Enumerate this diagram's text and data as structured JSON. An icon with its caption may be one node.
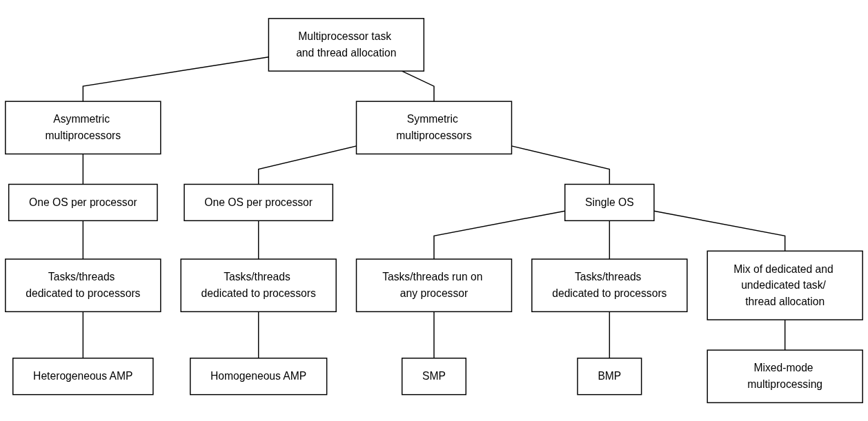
{
  "diagram": {
    "nodes": [
      {
        "text": [
          "Multiprocessor task and thread allocation"
        ]
      },
      {
        "text": [
          "Asymmetric multiprocessors"
        ]
      },
      {
        "text": [
          "Symmetric multiprocessors"
        ]
      },
      {
        "text": [
          "One OS per processor"
        ]
      },
      {
        "text": [
          "One OS per processor"
        ]
      },
      {
        "text": [
          "Single OS"
        ]
      },
      {
        "text": [
          "Tasks/threads dedicated to processors"
        ]
      },
      {
        "text": [
          "Tasks/threads dedicated to processors"
        ]
      },
      {
        "text": [
          "Tasks/threads run on any processor"
        ]
      },
      {
        "text": [
          "Tasks/threads dedicated to processors"
        ]
      },
      {
        "text": [
          "Mix of dedicated and undedicated task/ thread allocation"
        ]
      },
      {
        "text": [
          "Heterogeneous AMP"
        ]
      },
      {
        "text": [
          "Homogeneous AMP"
        ]
      },
      {
        "text": [
          "SMP"
        ]
      },
      {
        "text": [
          "BMP"
        ]
      },
      {
        "text": [
          "Mixed-mode multiprocessing"
        ]
      }
    ],
    "edges": [
      {
        "from": 0,
        "to": 1,
        "arrow": "none"
      },
      {
        "from": 0,
        "to": 2,
        "arrow": "none"
      },
      {
        "from": 1,
        "to": 3,
        "arrow": "none"
      },
      {
        "from": 2,
        "to": 4,
        "arrow": "none"
      },
      {
        "from": 2,
        "to": 5,
        "arrow": "none"
      },
      {
        "from": 3,
        "to": 6,
        "arrow": "none"
      },
      {
        "from": 4,
        "to": 7,
        "arrow": "none"
      },
      {
        "from": 5,
        "to": 8,
        "arrow": "none"
      },
      {
        "from": 5,
        "to": 9,
        "arrow": "none"
      },
      {
        "from": 5,
        "to": 10,
        "arrow": "none"
      },
      {
        "from": 6,
        "to": 11,
        "arrow": "none"
      },
      {
        "from": 7,
        "to": 12,
        "arrow": "none"
      },
      {
        "from": 8,
        "to": 13,
        "arrow": "none"
      },
      {
        "from": 9,
        "to": 14,
        "arrow": "none"
      },
      {
        "from": 10,
        "to": 15,
        "arrow": "none"
      }
    ]
  }
}
